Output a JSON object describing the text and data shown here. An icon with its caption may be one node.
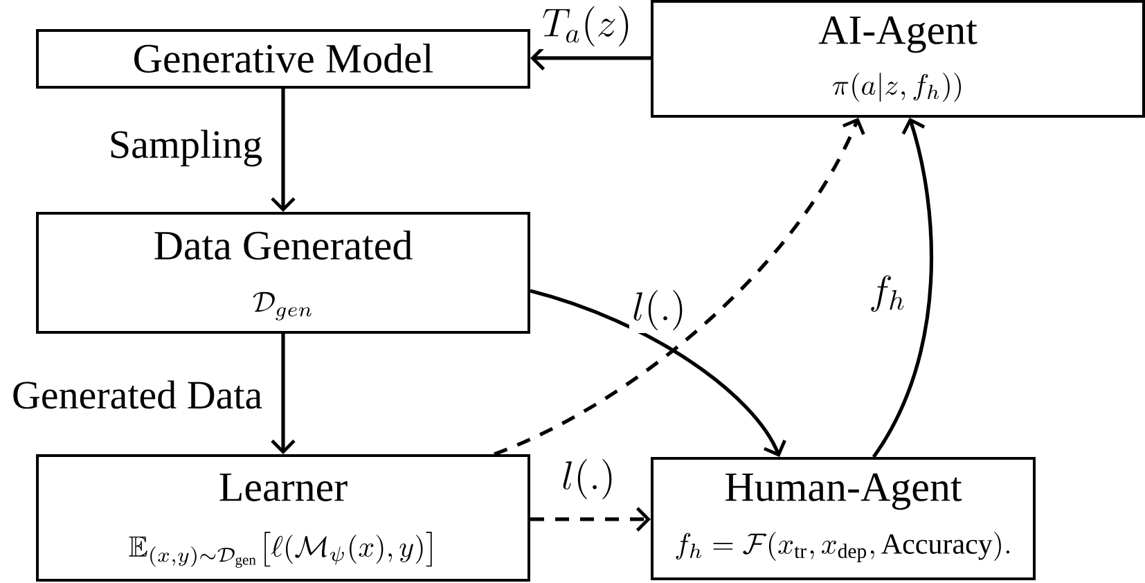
{
  "diagram": {
    "nodes": [
      {
        "text": [
          "Generative Model"
        ]
      },
      {
        "text": [
          "AI-Agent",
          "\\pi(a|z, f_h))"
        ]
      },
      {
        "text": [
          "Data Generated",
          "\\mathcal{D}_{gen}"
        ]
      },
      {
        "text": [
          "Learner",
          "\\mathbb{E}_{(x,y)\\sim\\mathcal{D}_{\\text{gen}}}\\big[\\ell(\\mathcal{M}_{\\psi}(x), y)\\big]"
        ]
      },
      {
        "text": [
          "Human-Agent",
          "f_h = \\mathcal{F}(x_{\\text{tr}}, x_{\\text{dep}}, \\text{Accuracy})."
        ]
      }
    ],
    "edges": [
      {
        "from": 1,
        "to": 0,
        "arrow": "to",
        "label": "T_a(z)"
      },
      {
        "from": 0,
        "to": 2,
        "arrow": "to",
        "label": "Sampling"
      },
      {
        "from": 2,
        "to": 3,
        "arrow": "to",
        "label": "Generated Data"
      },
      {
        "from": 2,
        "to": 4,
        "arrow": "to",
        "label": "l(.)"
      },
      {
        "from": 3,
        "to": 1,
        "arrow": "to",
        "style": "dashed"
      },
      {
        "from": 3,
        "to": 4,
        "arrow": "to",
        "style": "dashed",
        "label": "l(.)"
      },
      {
        "from": 4,
        "to": 1,
        "arrow": "to",
        "label": "f_h"
      }
    ]
  }
}
